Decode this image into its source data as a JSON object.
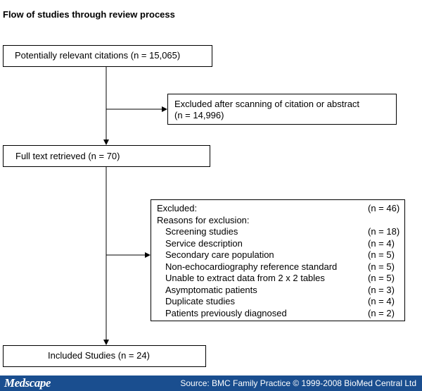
{
  "title": "Flow of studies through review process",
  "boxes": {
    "potential": "Potentially relevant citations (n = 15,065)",
    "excluded_scan_line1": "Excluded after scanning of citation or abstract",
    "excluded_scan_line2": "(n = 14,996)",
    "full_text": "Full text retrieved (n = 70)",
    "included": "Included Studies (n = 24)"
  },
  "exclusion": {
    "header_label": "Excluded:",
    "header_count": "(n = 46)",
    "reasons_label": "Reasons for exclusion:",
    "items": [
      {
        "label": "Screening studies",
        "count": "(n = 18)"
      },
      {
        "label": "Service description",
        "count": "(n = 4)"
      },
      {
        "label": "Secondary care population",
        "count": "(n = 5)"
      },
      {
        "label": "Non-echocardiography reference standard",
        "count": "(n = 5)"
      },
      {
        "label": "Unable to extract data from 2 x 2 tables",
        "count": "(n = 5)"
      },
      {
        "label": "Asymptomatic patients",
        "count": "(n = 3)"
      },
      {
        "label": "Duplicate studies",
        "count": "(n = 4)"
      },
      {
        "label": "Patients previously diagnosed",
        "count": "(n = 2)"
      }
    ]
  },
  "footer": {
    "logo": "Medscape",
    "source": "Source: BMC Family Practice © 1999-2008 BioMed Central Ltd",
    "bg_color": "#1a4e8f"
  }
}
